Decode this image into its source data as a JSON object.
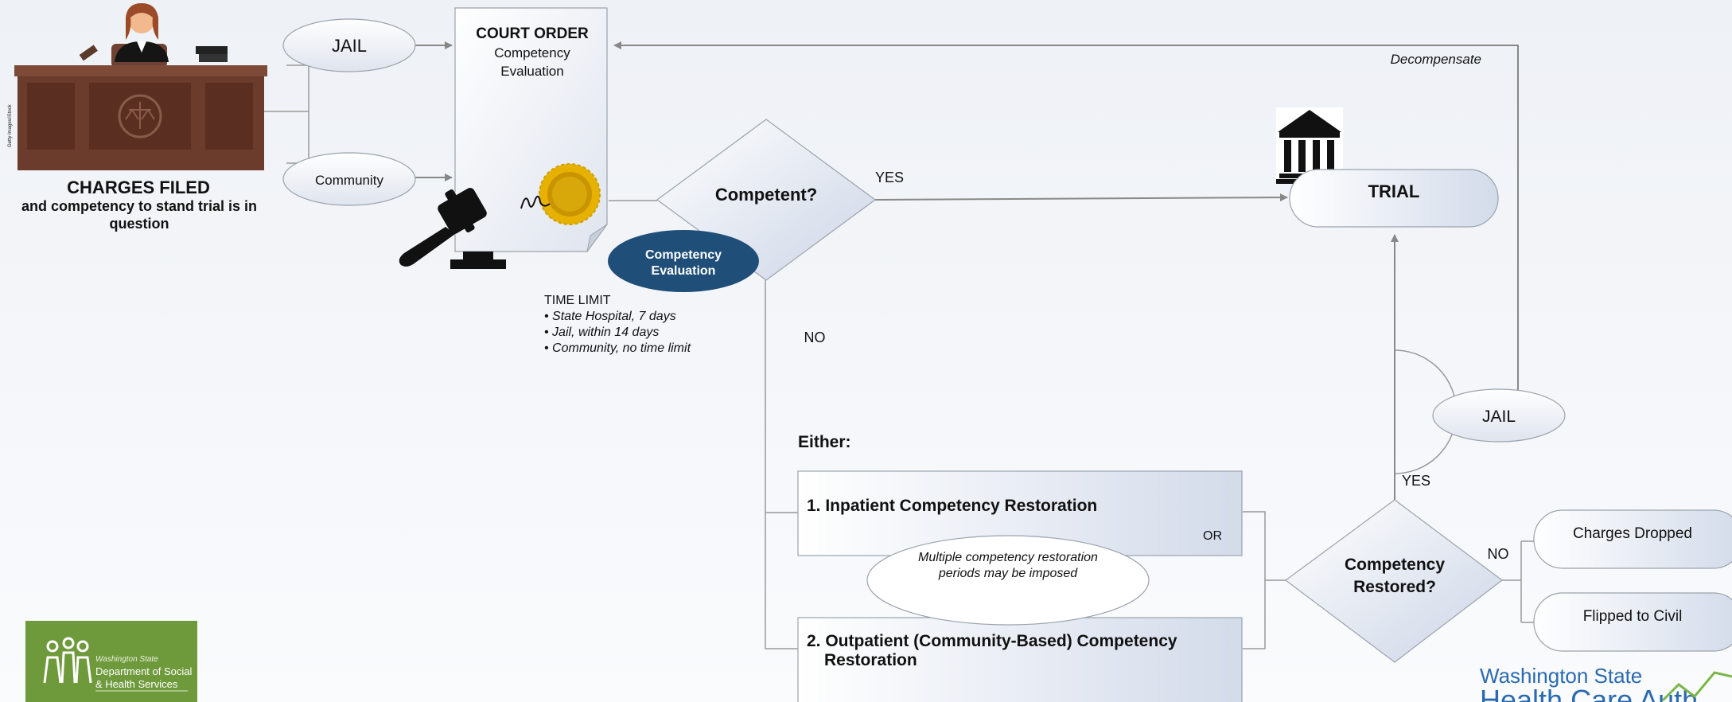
{
  "start": {
    "title": "CHARGES FILED",
    "subtitle": "and competency to stand trial is in question",
    "watermark": "Getty Images/iStock"
  },
  "referral": {
    "jail": "JAIL",
    "community": "Community"
  },
  "court_order": {
    "title": "COURT ORDER",
    "line1": "Competency",
    "line2": "Evaluation"
  },
  "evaluation_badge": {
    "line1": "Competency",
    "line2": "Evaluation"
  },
  "time_limit": {
    "heading": "TIME LIMIT",
    "items": [
      "State Hospital, 7 days",
      "Jail, within 14 days",
      "Community, no time limit"
    ]
  },
  "competent": {
    "question": "Competent?",
    "yes": "YES",
    "no": "NO"
  },
  "trial": {
    "label": "TRIAL"
  },
  "decompensate": "Decompensate",
  "either": "Either:",
  "inpatient": {
    "label": "1. Inpatient Competency Restoration",
    "or": "OR"
  },
  "multiple_periods": {
    "line1": "Multiple competency restoration",
    "line2": "periods may be imposed"
  },
  "outpatient": {
    "line1": "2. Outpatient (Community-Based) Competency",
    "line2": "Restoration"
  },
  "restored": {
    "line1": "Competency",
    "line2": "Restored?",
    "yes": "YES",
    "no": "NO"
  },
  "return_jail": "JAIL",
  "outcomes": {
    "dropped": "Charges Dropped",
    "civil": "Flipped to Civil"
  },
  "logos": {
    "dshs_line1": "Washington State",
    "dshs_line2": "Department of Social",
    "dshs_line3": "& Health Services",
    "hca_line1": "Washington State",
    "hca_line2": "Health Care Auth"
  },
  "colors": {
    "badge": "#1f4e79",
    "dshs_green": "#6f9a3c",
    "hca_blue": "#2a6ab0",
    "hca_green": "#7ab648",
    "seal": "#d7a100"
  }
}
